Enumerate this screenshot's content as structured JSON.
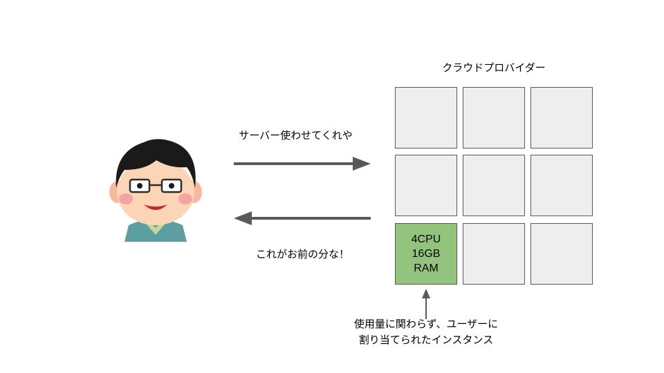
{
  "provider": {
    "title": "クラウドプロバイダー",
    "allocated_instance": {
      "lines": [
        "4CPU",
        "16GB",
        "RAM"
      ],
      "fill_color": "#93c47d"
    },
    "empty_cell_color": "#eeeeee",
    "grid": {
      "rows": 3,
      "cols": 3
    }
  },
  "messages": {
    "request": "サーバー使わせてくれや",
    "response": "これがお前の分な！"
  },
  "note": {
    "lines": [
      "使用量に関わらず、ユーザーに",
      "割り当てられたインスタンス"
    ]
  },
  "user": {
    "icon": "man-with-glasses-icon"
  },
  "colors": {
    "arrow": "#595959",
    "skin": "#fbd5b5",
    "hair": "#1a1a1a",
    "shirt": "#5f9ea0"
  }
}
